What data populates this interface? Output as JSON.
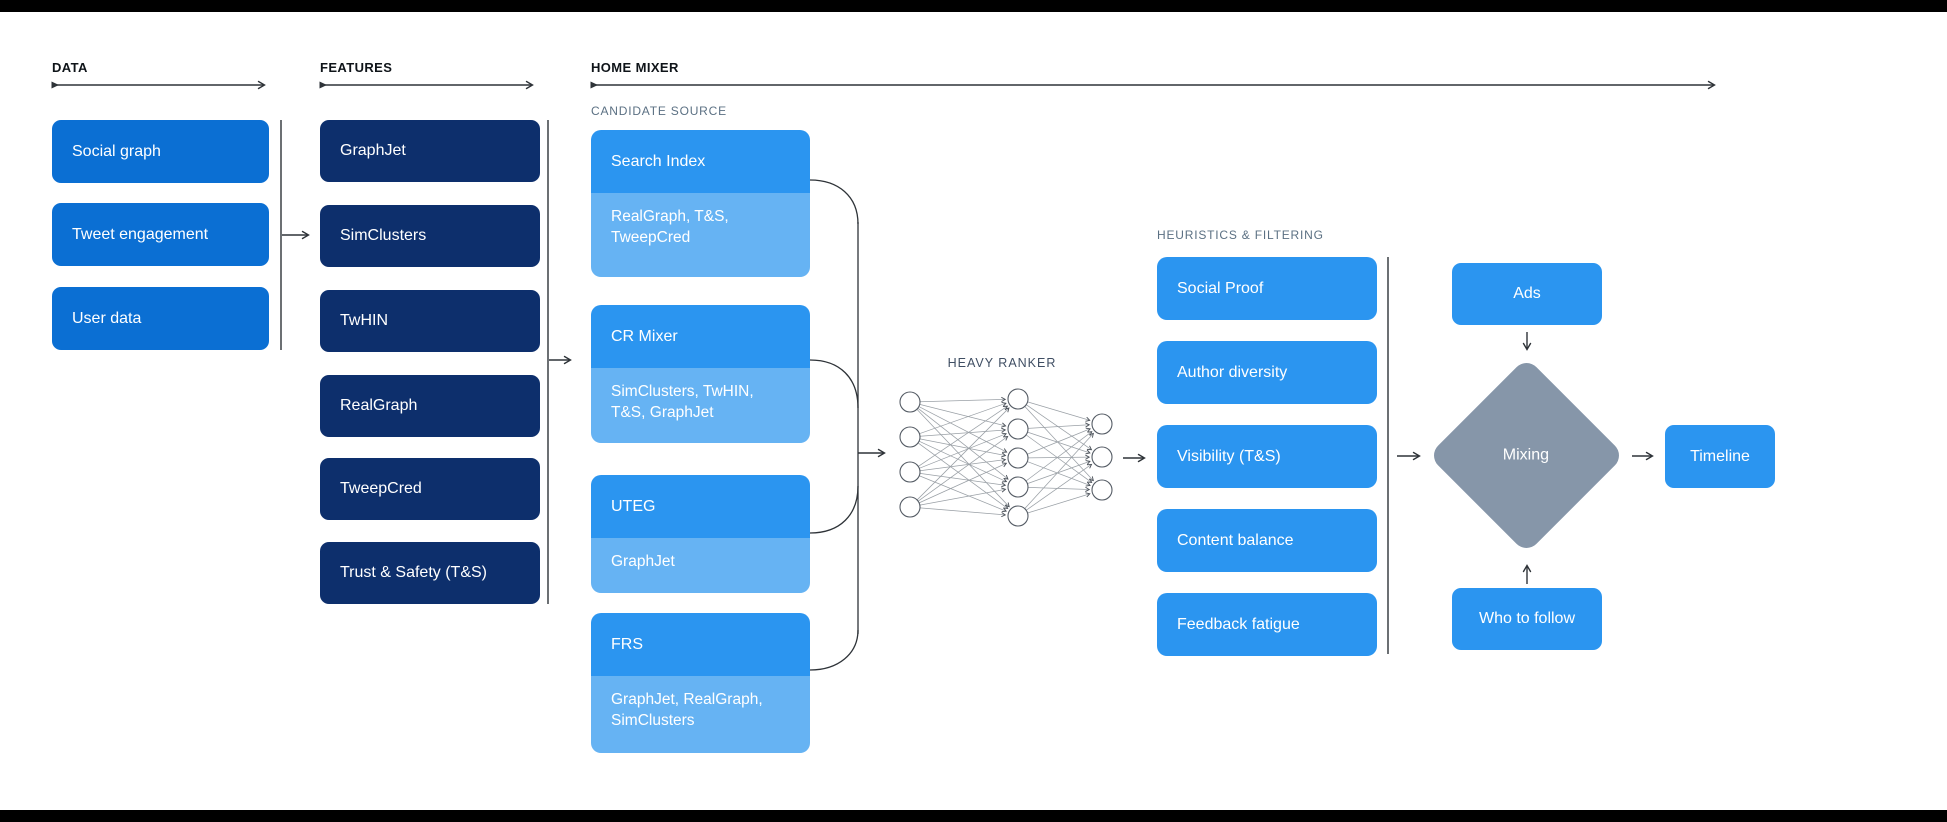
{
  "sections": {
    "data": {
      "label": "DATA",
      "items": [
        "Social graph",
        "Tweet engagement",
        "User data"
      ]
    },
    "features": {
      "label": "FEATURES",
      "items": [
        "GraphJet",
        "SimClusters",
        "TwHIN",
        "RealGraph",
        "TweepCred",
        "Trust & Safety (T&S)"
      ]
    },
    "home_mixer": {
      "label": "HOME MIXER",
      "candidate_source": {
        "label": "CANDIDATE SOURCE",
        "cards": [
          {
            "title": "Search Index",
            "sources": "RealGraph, T&S, TweepCred"
          },
          {
            "title": "CR Mixer",
            "sources": "SimClusters, TwHIN, T&S, GraphJet"
          },
          {
            "title": "UTEG",
            "sources": "GraphJet"
          },
          {
            "title": "FRS",
            "sources": "GraphJet, RealGraph, SimClusters"
          }
        ]
      },
      "heavy_ranker": {
        "label": "HEAVY RANKER",
        "layers": [
          4,
          5,
          3
        ]
      },
      "heuristics": {
        "label": "HEURISTICS & FILTERING",
        "items": [
          "Social Proof",
          "Author diversity",
          "Visibility (T&S)",
          "Content balance",
          "Feedback fatigue"
        ]
      },
      "mixing": {
        "label": "Mixing",
        "input_top": "Ads",
        "input_bottom": "Who to follow",
        "output": "Timeline"
      }
    }
  },
  "colors": {
    "data_box": "#0b6fd3",
    "features_box": "#0d2f6c",
    "bright_blue_box": "#2b95f0",
    "light_blue_sub": "#66b3f3",
    "mixing_diamond": "#8696a9",
    "line": "#2e3338",
    "sub_label_text": "#5b7083",
    "letterbox": "#000000"
  }
}
